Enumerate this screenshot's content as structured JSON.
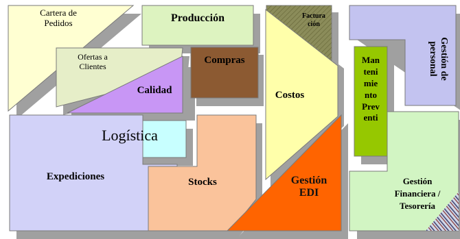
{
  "modules": {
    "cartera": {
      "label_1": "Cartera de",
      "label_2": "Pedidos",
      "color": "#ffffd2"
    },
    "produccion": {
      "label": "Producción",
      "color": "#ddf3c0"
    },
    "facturacion": {
      "label_1": "Factura",
      "label_2": "ción",
      "color": "#8b8c5a"
    },
    "gestion_personal": {
      "label_1": "Gestión de",
      "label_2": "personal",
      "color": "#c3c3f0"
    },
    "ofertas": {
      "label_1": "Ofertas a",
      "label_2": "Clientes",
      "color": "#e6eec8"
    },
    "compras": {
      "label": "Compras",
      "color": "#8c5a32"
    },
    "calidad": {
      "label": "Calidad",
      "color": "#c896f5"
    },
    "costos": {
      "label": "Costos",
      "color": "#ffffaa"
    },
    "mantenimiento": {
      "lines": [
        "Man",
        "teni",
        "mie",
        "nto",
        "Prev",
        "enti"
      ],
      "color": "#96c800"
    },
    "logistica": {
      "label": "Logística",
      "color": "#c8ffff"
    },
    "expediciones": {
      "label": "Expediciones",
      "color": "#d2d2f8"
    },
    "stocks": {
      "label": "Stocks",
      "color": "#fac39b"
    },
    "gestion_edi": {
      "label_1": "Gestión",
      "label_2": "EDI",
      "color": "#ff6400"
    },
    "gestion_financiera": {
      "label_1": "Gestión",
      "label_2": "Financiera /",
      "label_3": "Tesorería",
      "color": "#d2f5c3"
    }
  },
  "shadow_color": "#a0a0a0"
}
